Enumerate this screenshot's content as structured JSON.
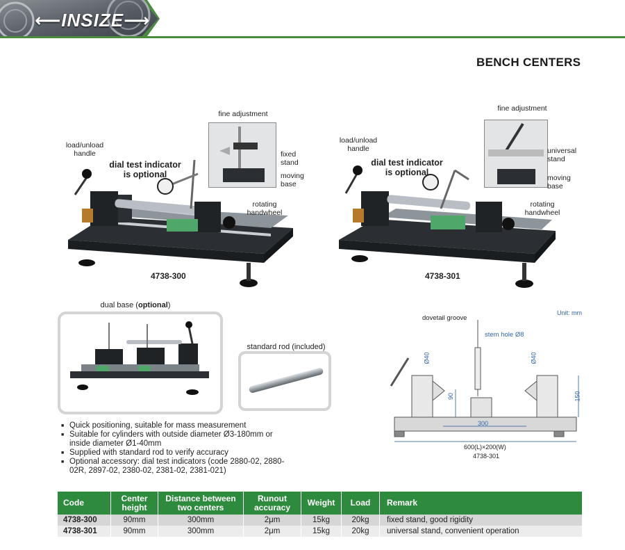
{
  "brand": {
    "logo_text": "⟵INSIZE⟶"
  },
  "page_title": "BENCH CENTERS",
  "left_product": {
    "model": "4738-300",
    "callouts": {
      "fine_adjustment": "fine adjustment",
      "load_unload": "load/unload handle",
      "dial_optional": "dial test indicator is optional",
      "fixed_stand": "fixed stand",
      "moving_base": "moving base",
      "rotating_handwheel": "rotating handwheel"
    }
  },
  "right_product": {
    "model": "4738-301",
    "callouts": {
      "fine_adjustment": "fine adjustment",
      "load_unload": "load/unload handle",
      "dial_optional": "dial test indicator is optional",
      "universal_stand": "universal stand",
      "moving_base": "moving base",
      "rotating_handwheel": "rotating handwheel"
    }
  },
  "dual_base": {
    "caption_prefix": "dual base (",
    "caption_bold": "optional",
    "caption_suffix": ")"
  },
  "standard_rod": {
    "caption": "standard rod (included)"
  },
  "drawing": {
    "unit": "Unit: mm",
    "dovetail": "dovetail groove",
    "stem_hole": "stem hole Ø8",
    "d40_left": "Ø40",
    "d40_right": "Ø40",
    "h90": "90",
    "h150": "150",
    "len300": "300",
    "size": "600(L)×200(W)",
    "model": "4738-301"
  },
  "bullets": [
    "Quick positioning, suitable for mass measurement",
    "Suitable for cylinders with outside diameter Ø3-180mm or inside diameter Ø1-40mm",
    "Supplied with standard rod to verify accuracy",
    "Optional accessory: dial test indicators (code 2880-02, 2880-02R, 2897-02, 2380-02, 2381-02, 2381-021)"
  ],
  "table": {
    "headers": {
      "code": "Code",
      "center_height": "Center height",
      "distance": "Distance between two centers",
      "runout": "Runout accuracy",
      "weight": "Weight",
      "load": "Load",
      "remark": "Remark"
    },
    "rows": [
      {
        "code": "4738-300",
        "center_height": "90mm",
        "distance": "300mm",
        "runout": "2μm",
        "weight": "15kg",
        "load": "20kg",
        "remark": "fixed stand, good rigidity"
      },
      {
        "code": "4738-301",
        "center_height": "90mm",
        "distance": "300mm",
        "runout": "2μm",
        "weight": "15kg",
        "load": "20kg",
        "remark": "universal stand, convenient operation"
      }
    ]
  },
  "colors": {
    "brand_green": "#2e8b3e",
    "header_bar": "#4a8a3c"
  }
}
